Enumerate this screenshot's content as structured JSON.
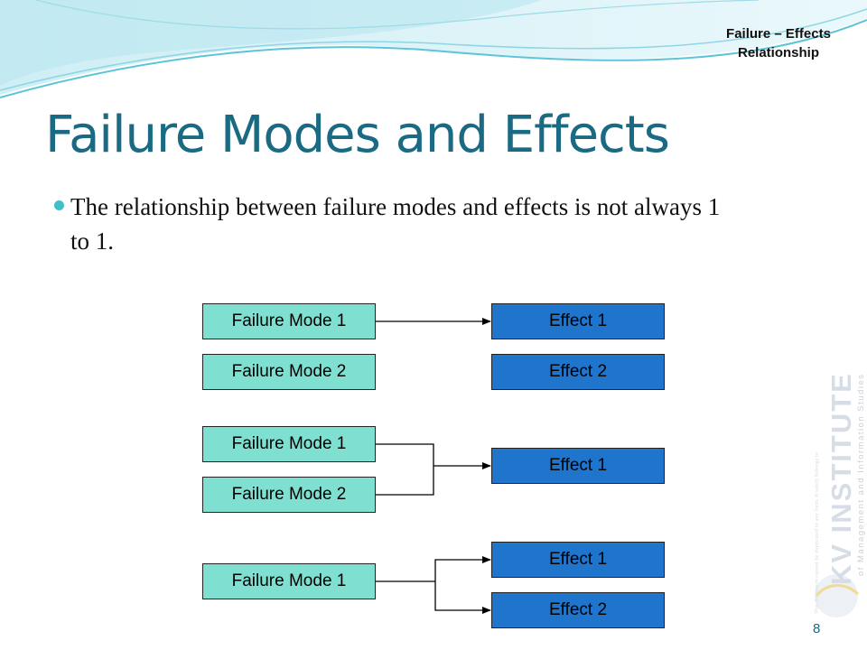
{
  "header": {
    "label": "Failure – Effects Relationship"
  },
  "title": "Failure Modes and Effects",
  "bullet": "The relationship between failure modes and effects is not always 1 to 1.",
  "diagram": {
    "group1": {
      "mode1": "Failure Mode 1",
      "mode2": "Failure Mode 2",
      "effect1": "Effect 1",
      "effect2": "Effect 2"
    },
    "group2": {
      "mode1": "Failure Mode 1",
      "mode2": "Failure Mode 2",
      "effect1": "Effect 1"
    },
    "group3": {
      "mode1": "Failure Mode 1",
      "effect1": "Effect 1",
      "effect2": "Effect 2"
    }
  },
  "watermark": {
    "name": "KV INSTITUTE",
    "subtitle": "of Management and Information Studies",
    "notice": "This document cannot be duplicated in any form. It solely belongs to"
  },
  "page_number": "8",
  "colors": {
    "title": "#1a6a83",
    "mode_fill": "#7fdfd1",
    "effect_fill": "#1f74cc",
    "bullet": "#3fbfc8"
  }
}
